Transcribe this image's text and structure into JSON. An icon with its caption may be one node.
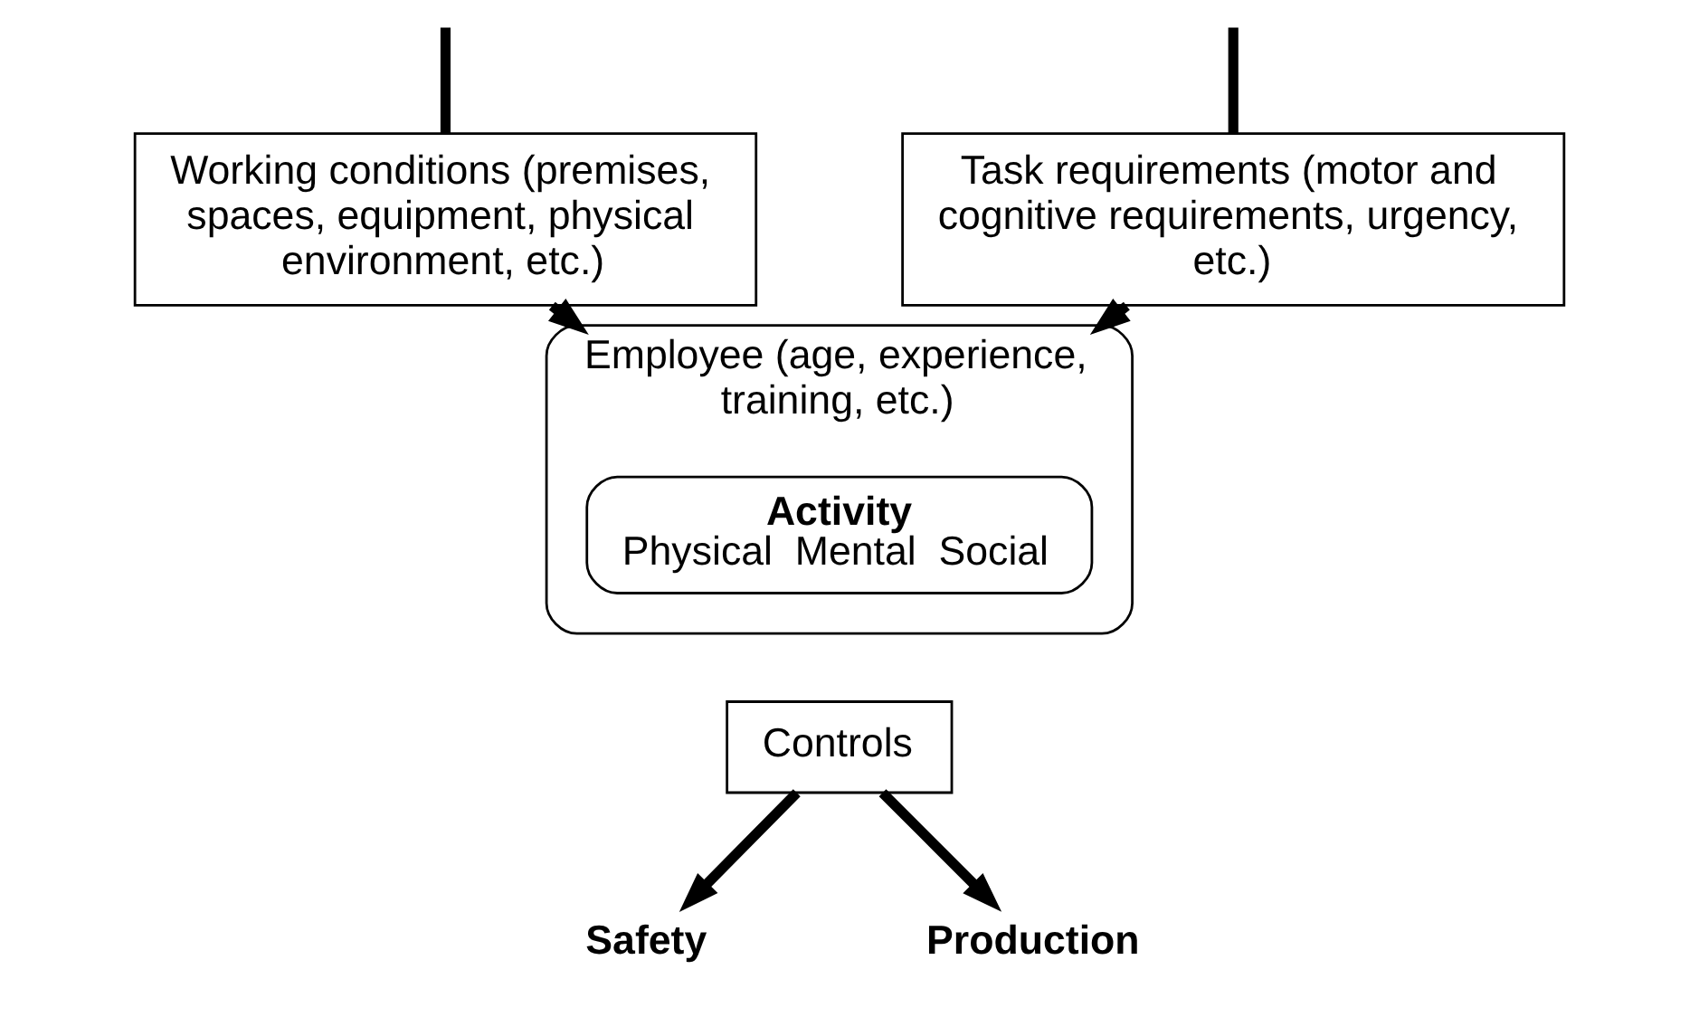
{
  "diagram": {
    "nodes": [
      {
        "text": [
          "Working conditions (premises, spaces, equipment, physical environment, etc.)"
        ]
      },
      {
        "text": [
          "Task requirements (motor and cognitive requirements, urgency, etc.)"
        ]
      },
      {
        "text": [
          "Employee (age, experience, training, etc.)"
        ]
      },
      {
        "text": [
          "Activity",
          "Physical  Mental  Social"
        ],
        "in": 2
      },
      {
        "text": [
          "Controls"
        ]
      },
      {
        "text": [
          "Safety"
        ]
      },
      {
        "text": [
          "Production"
        ]
      }
    ],
    "edges": [
      {
        "from": null,
        "to": 0,
        "arrow": "none"
      },
      {
        "from": null,
        "to": 1,
        "arrow": "none"
      },
      {
        "from": 0,
        "to": 2,
        "arrow": "to"
      },
      {
        "from": 1,
        "to": 2,
        "arrow": "to"
      },
      {
        "from": 4,
        "to": 5,
        "arrow": "to"
      },
      {
        "from": 4,
        "to": 6,
        "arrow": "to"
      }
    ]
  }
}
